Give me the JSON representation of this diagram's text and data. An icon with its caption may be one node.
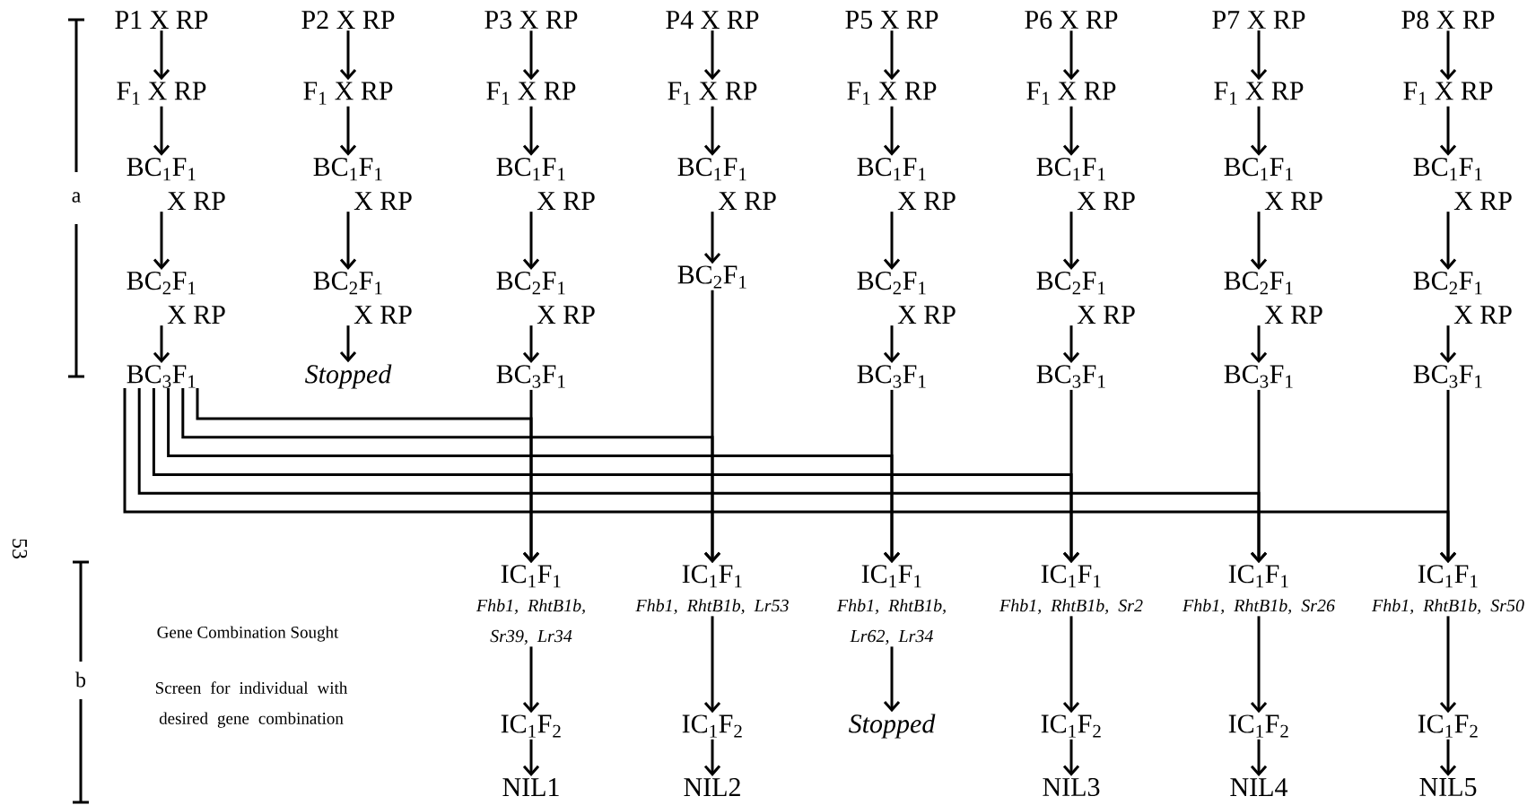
{
  "diagram": {
    "nodes": [
      {
        "text": [
          "P1 X RP"
        ]
      },
      {
        "text": [
          "F$_{1}$ X RP"
        ]
      },
      {
        "text": [
          "BC$_{1}$F$_{1}$",
          "X RP"
        ]
      },
      {
        "text": [
          "BC$_{2}$F$_{1}$",
          "X RP"
        ]
      },
      {
        "text": [
          "BC$_{3}$F$_{1}$"
        ]
      },
      {
        "text": [
          "P2 X RP"
        ]
      },
      {
        "text": [
          "F$_{1}$ X RP"
        ]
      },
      {
        "text": [
          "BC$_{1}$F$_{1}$",
          "X RP"
        ]
      },
      {
        "text": [
          "BC$_{2}$F$_{1}$",
          "X RP"
        ]
      },
      {
        "text": [
          "Stopped"
        ]
      },
      {
        "text": [
          "P3 X RP"
        ]
      },
      {
        "text": [
          "F$_{1}$ X RP"
        ]
      },
      {
        "text": [
          "BC$_{1}$F$_{1}$",
          "X RP"
        ]
      },
      {
        "text": [
          "BC$_{2}$F$_{1}$",
          "X RP"
        ]
      },
      {
        "text": [
          "BC$_{3}$F$_{1}$"
        ]
      },
      {
        "text": [
          "P4 X RP"
        ]
      },
      {
        "text": [
          "F$_{1}$ X RP"
        ]
      },
      {
        "text": [
          "BC$_{1}$F$_{1}$",
          "X RP"
        ]
      },
      {
        "text": [
          "BC$_{2}$F$_{1}$"
        ]
      },
      {
        "text": [
          "P5 X RP"
        ]
      },
      {
        "text": [
          "F$_{1}$ X RP"
        ]
      },
      {
        "text": [
          "BC$_{1}$F$_{1}$",
          "X RP"
        ]
      },
      {
        "text": [
          "BC$_{2}$F$_{1}$",
          "X RP"
        ]
      },
      {
        "text": [
          "BC$_{3}$F$_{1}$"
        ]
      },
      {
        "text": [
          "P6 X RP"
        ]
      },
      {
        "text": [
          "F$_{1}$ X RP"
        ]
      },
      {
        "text": [
          "BC$_{1}$F$_{1}$",
          "X RP"
        ]
      },
      {
        "text": [
          "BC$_{2}$F$_{1}$",
          "X RP"
        ]
      },
      {
        "text": [
          "BC$_{3}$F$_{1}$"
        ]
      },
      {
        "text": [
          "P7 X RP"
        ]
      },
      {
        "text": [
          "F$_{1}$ X RP"
        ]
      },
      {
        "text": [
          "BC$_{1}$F$_{1}$",
          "X RP"
        ]
      },
      {
        "text": [
          "BC$_{2}$F$_{1}$",
          "X RP"
        ]
      },
      {
        "text": [
          "BC$_{3}$F$_{1}$"
        ]
      },
      {
        "text": [
          "P8 X RP"
        ]
      },
      {
        "text": [
          "F$_{1}$ X RP"
        ]
      },
      {
        "text": [
          "BC$_{1}$F$_{1}$",
          "X RP"
        ]
      },
      {
        "text": [
          "BC$_{2}$F$_{1}$",
          "X RP"
        ]
      },
      {
        "text": [
          "BC$_{3}$F$_{1}$"
        ]
      },
      {
        "text": [
          "IC$_{1}$F$_{1}$",
          "Fhb1, RhtB1b, Sr39, Lr34"
        ]
      },
      {
        "text": [
          "IC$_{1}$F$_{2}$"
        ]
      },
      {
        "text": [
          "NIL1"
        ]
      },
      {
        "text": [
          "IC$_{1}$F$_{1}$",
          "Fhb1, RhtB1b, Lr53"
        ]
      },
      {
        "text": [
          "IC$_{1}$F$_{2}$"
        ]
      },
      {
        "text": [
          "NIL2"
        ]
      },
      {
        "text": [
          "IC$_{1}$F$_{1}$",
          "Fhb1, RhtB1b, Lr62, Lr34"
        ]
      },
      {
        "text": [
          "Stopped"
        ]
      },
      {
        "text": [
          "IC$_{1}$F$_{1}$",
          "Fhb1, RhtB1b, Sr2"
        ]
      },
      {
        "text": [
          "IC$_{1}$F$_{2}$"
        ]
      },
      {
        "text": [
          "NIL3"
        ]
      },
      {
        "text": [
          "IC$_{1}$F$_{1}$",
          "Fhb1, RhtB1b, Sr26"
        ]
      },
      {
        "text": [
          "IC$_{1}$F$_{2}$"
        ]
      },
      {
        "text": [
          "NIL4"
        ]
      },
      {
        "text": [
          "IC$_{1}$F$_{1}$",
          "Fhb1, RhtB1b, Sr50"
        ]
      },
      {
        "text": [
          "IC$_{1}$F$_{2}$"
        ]
      },
      {
        "text": [
          "NIL5"
        ]
      }
    ],
    "edges": [
      {
        "from": 0,
        "to": 1,
        "arrow": "to"
      },
      {
        "from": 1,
        "to": 2,
        "arrow": "to"
      },
      {
        "from": 2,
        "to": 3,
        "arrow": "to"
      },
      {
        "from": 3,
        "to": 4,
        "arrow": "to"
      },
      {
        "from": 5,
        "to": 6,
        "arrow": "to"
      },
      {
        "from": 6,
        "to": 7,
        "arrow": "to"
      },
      {
        "from": 7,
        "to": 8,
        "arrow": "to"
      },
      {
        "from": 8,
        "to": 9,
        "arrow": "to"
      },
      {
        "from": 10,
        "to": 11,
        "arrow": "to"
      },
      {
        "from": 11,
        "to": 12,
        "arrow": "to"
      },
      {
        "from": 12,
        "to": 13,
        "arrow": "to"
      },
      {
        "from": 13,
        "to": 14,
        "arrow": "to"
      },
      {
        "from": 15,
        "to": 16,
        "arrow": "to"
      },
      {
        "from": 16,
        "to": 17,
        "arrow": "to"
      },
      {
        "from": 17,
        "to": 18,
        "arrow": "to"
      },
      {
        "from": 19,
        "to": 20,
        "arrow": "to"
      },
      {
        "from": 20,
        "to": 21,
        "arrow": "to"
      },
      {
        "from": 21,
        "to": 22,
        "arrow": "to"
      },
      {
        "from": 22,
        "to": 23,
        "arrow": "to"
      },
      {
        "from": 24,
        "to": 25,
        "arrow": "to"
      },
      {
        "from": 25,
        "to": 26,
        "arrow": "to"
      },
      {
        "from": 26,
        "to": 27,
        "arrow": "to"
      },
      {
        "from": 27,
        "to": 28,
        "arrow": "to"
      },
      {
        "from": 29,
        "to": 30,
        "arrow": "to"
      },
      {
        "from": 30,
        "to": 31,
        "arrow": "to"
      },
      {
        "from": 31,
        "to": 32,
        "arrow": "to"
      },
      {
        "from": 32,
        "to": 33,
        "arrow": "to"
      },
      {
        "from": 34,
        "to": 35,
        "arrow": "to"
      },
      {
        "from": 35,
        "to": 36,
        "arrow": "to"
      },
      {
        "from": 36,
        "to": 37,
        "arrow": "to"
      },
      {
        "from": 37,
        "to": 38,
        "arrow": "to"
      },
      {
        "from": 4,
        "to": 39,
        "arrow": "to"
      },
      {
        "from": 14,
        "to": 39,
        "arrow": "to"
      },
      {
        "from": 4,
        "to": 42,
        "arrow": "to"
      },
      {
        "from": 18,
        "to": 42,
        "arrow": "to"
      },
      {
        "from": 4,
        "to": 45,
        "arrow": "to"
      },
      {
        "from": 23,
        "to": 45,
        "arrow": "to"
      },
      {
        "from": 4,
        "to": 47,
        "arrow": "to"
      },
      {
        "from": 28,
        "to": 47,
        "arrow": "to"
      },
      {
        "from": 4,
        "to": 50,
        "arrow": "to"
      },
      {
        "from": 33,
        "to": 50,
        "arrow": "to"
      },
      {
        "from": 4,
        "to": 53,
        "arrow": "to"
      },
      {
        "from": 38,
        "to": 53,
        "arrow": "to"
      },
      {
        "from": 39,
        "to": 40,
        "arrow": "to"
      },
      {
        "from": 40,
        "to": 41,
        "arrow": "to"
      },
      {
        "from": 42,
        "to": 43,
        "arrow": "to"
      },
      {
        "from": 43,
        "to": 44,
        "arrow": "to"
      },
      {
        "from": 45,
        "to": 46,
        "arrow": "to"
      },
      {
        "from": 47,
        "to": 48,
        "arrow": "to"
      },
      {
        "from": 48,
        "to": 49,
        "arrow": "to"
      },
      {
        "from": 50,
        "to": 51,
        "arrow": "to"
      },
      {
        "from": 51,
        "to": 52,
        "arrow": "to"
      },
      {
        "from": 53,
        "to": 54,
        "arrow": "to"
      },
      {
        "from": 54,
        "to": 55,
        "arrow": "to"
      }
    ],
    "labels": [
      "a",
      "53",
      "Gene Combination Sought",
      "b",
      "Screen for individual with desired gene combination"
    ]
  }
}
